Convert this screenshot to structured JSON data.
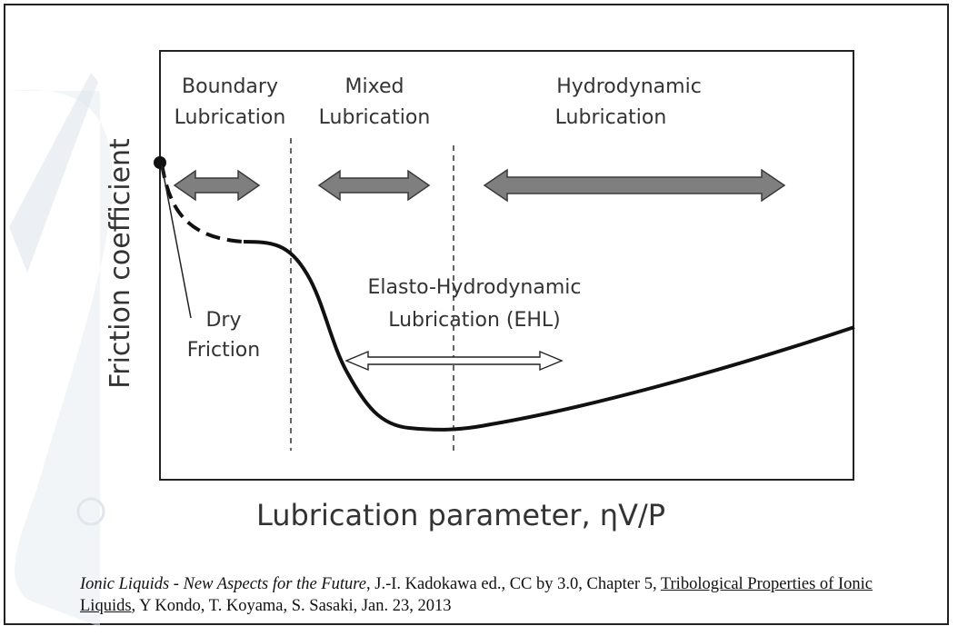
{
  "diagram": {
    "y_axis_label": "Friction coefficient",
    "x_axis_label": "Lubrication parameter,  ηV/P",
    "regions": {
      "boundary": {
        "line1": "Boundary",
        "line2": "Lubrication"
      },
      "mixed": {
        "line1": "Mixed",
        "line2": "Lubrication"
      },
      "hydrodynamic": {
        "line1": "Hydrodynamic",
        "line2": "Lubrication"
      }
    },
    "ehl": {
      "line1": "Elasto-Hydrodynamic",
      "line2": "Lubrication (EHL)"
    },
    "dry_friction": {
      "line1": "Dry",
      "line2": "Friction"
    },
    "colors": {
      "curve": "#111111",
      "arrow_fill": "#7f7f7f",
      "arrow_stroke": "#3a3a3a",
      "text": "#333333",
      "watermark": "#dfe6ee"
    }
  },
  "caption": {
    "title_italic": "Ionic Liquids - New Aspects for the Future",
    "part1": ", J.-I. Kadokawa ed., CC by 3.0, Chapter 5, ",
    "chapter_title": "Tribological Properties of Ionic Liquids",
    "part2": ", Y Kondo, T. Koyama, S. Sasaki, Jan. 23, 2013"
  }
}
